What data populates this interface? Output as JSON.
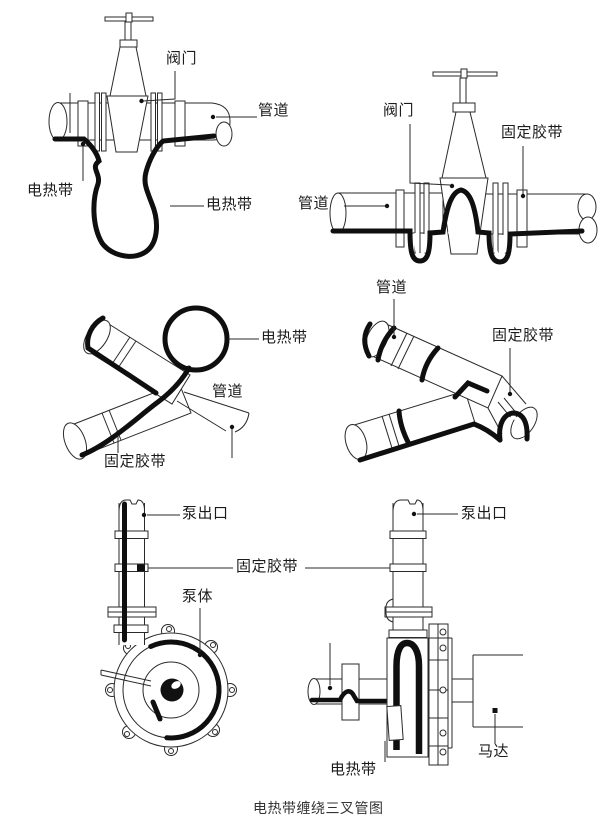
{
  "page": {
    "background": "#ffffff",
    "line_color": "#2a2a2a",
    "cable_color": "#0f0f0f"
  },
  "caption": "电热带缠绕三叉管图",
  "labels": {
    "tl_valve": "阀门",
    "tl_pipe": "管道",
    "tl_cable_left": "电热带",
    "tl_cable_right": "电热带",
    "tr_valve": "阀门",
    "tr_tape": "固定胶带",
    "tr_pipe": "管道",
    "ml_cable": "电热带",
    "ml_pipe": "管道",
    "ml_tape": "固定胶带",
    "mr_pipe": "管道",
    "mr_tape": "固定胶带",
    "bl_outlet": "泵出口",
    "b_tape": "固定胶带",
    "bl_body": "泵体",
    "br_outlet": "泵出口",
    "br_cable": "电热带",
    "br_motor": "马达"
  }
}
